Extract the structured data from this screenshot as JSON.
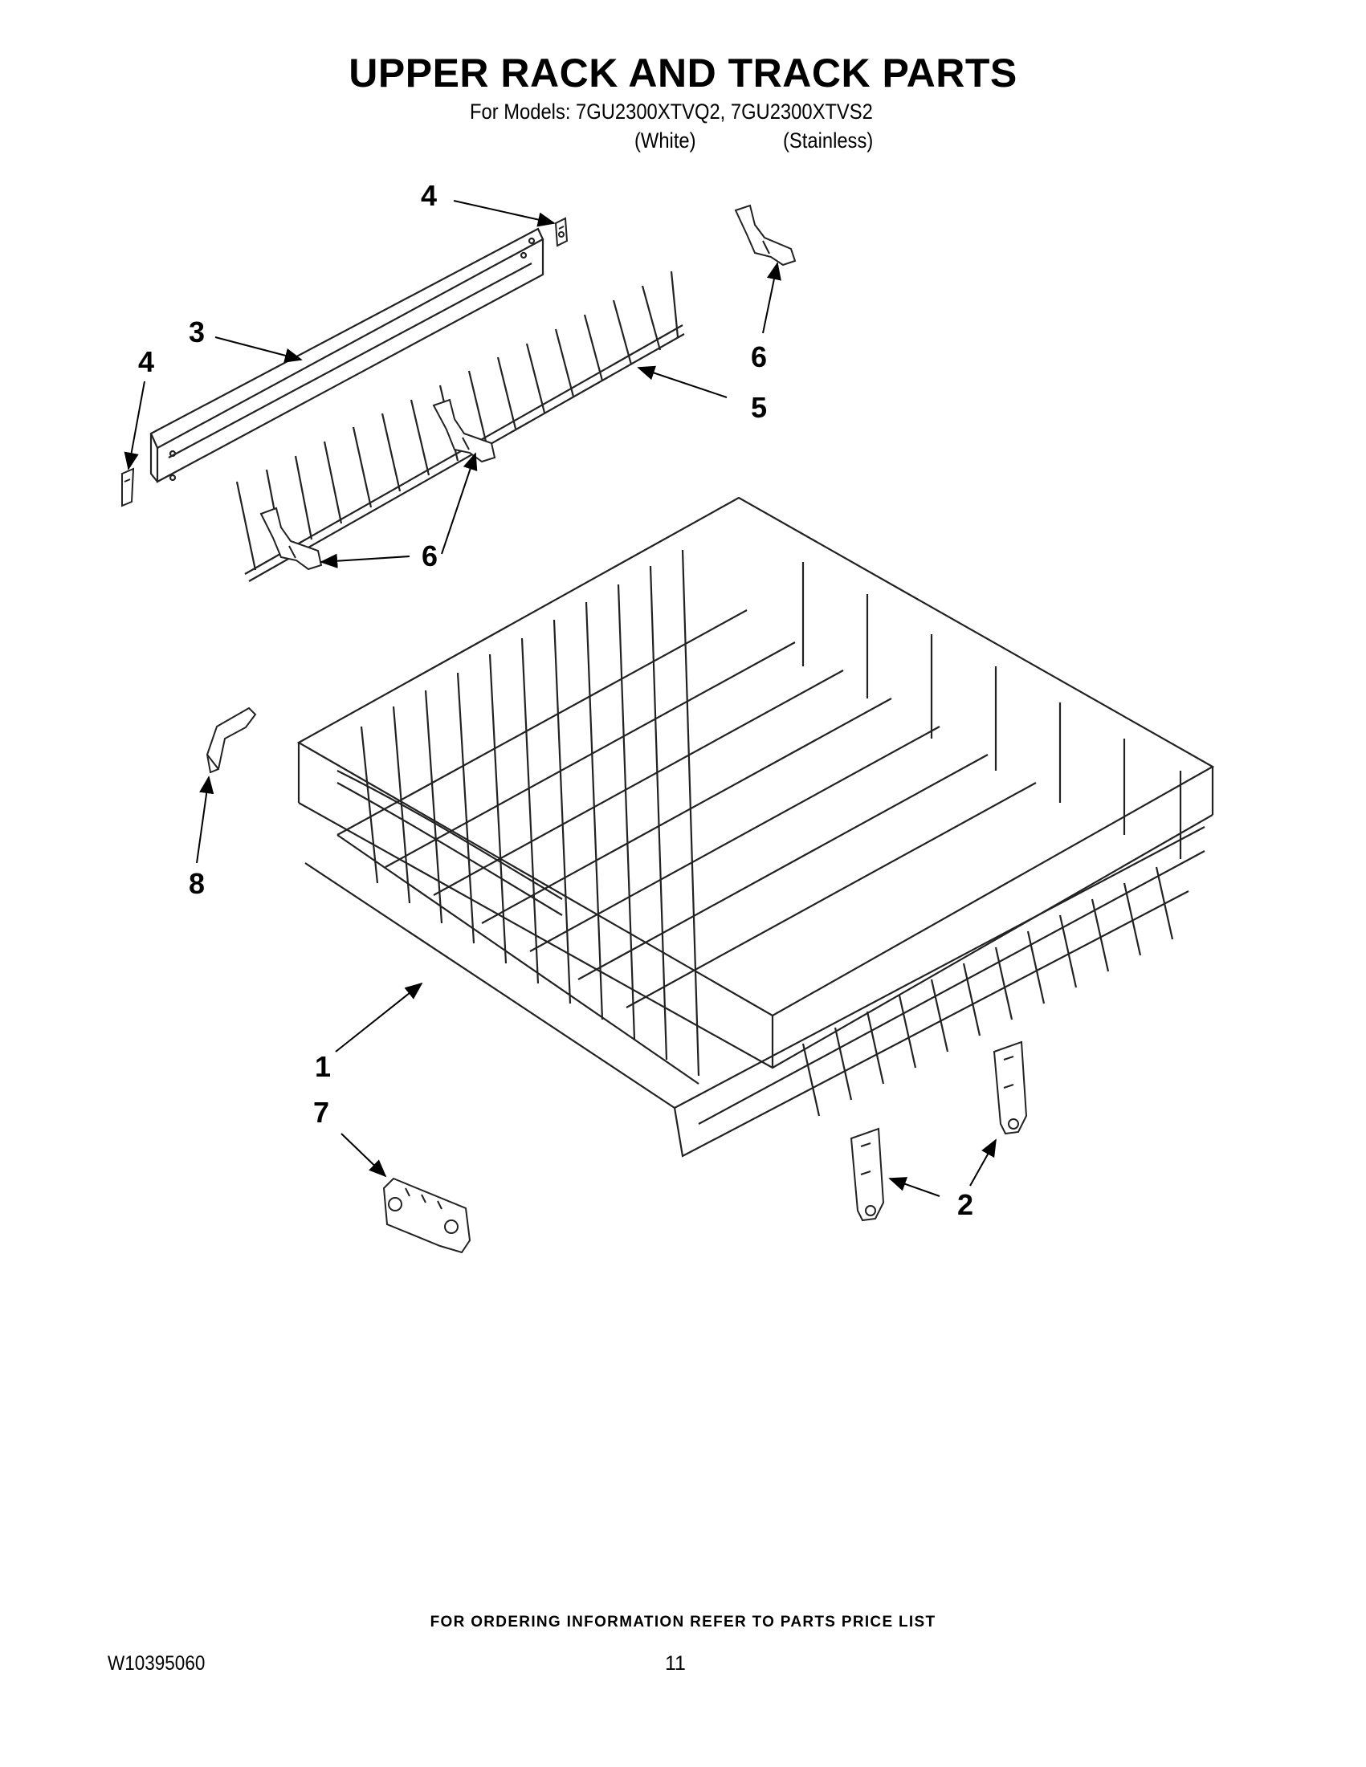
{
  "header": {
    "title": "UPPER RACK AND TRACK PARTS",
    "models_line": "For Models: 7GU2300XTVQ2, 7GU2300XTVS2",
    "variant_white": "(White)",
    "variant_stainless": "(Stainless)"
  },
  "callouts": {
    "c1": "1",
    "c2": "2",
    "c3": "3",
    "c4_top": "4",
    "c4_left": "4",
    "c5": "5",
    "c6_top": "6",
    "c6_mid": "6",
    "c7": "7",
    "c8": "8"
  },
  "footer": {
    "ordering_note": "FOR ORDERING INFORMATION REFER TO PARTS PRICE LIST",
    "doc_number": "W10395060",
    "page_number": "11"
  }
}
